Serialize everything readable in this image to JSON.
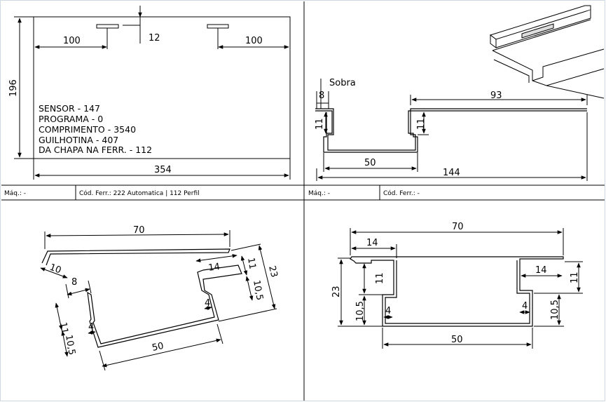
{
  "top_left": {
    "dims": {
      "width": "354",
      "height": "196",
      "left_gap": "100",
      "right_gap": "100",
      "sensor_offset": "12"
    },
    "info_lines": [
      "SENSOR - 147",
      "PROGRAMA - 0",
      "COMPRIMENTO - 3540",
      "GUILHOTINA - 407",
      "DA CHAPA NA FERR. - 112"
    ]
  },
  "top_right": {
    "sobra_label": "Sobra",
    "dims": {
      "sobra": "8",
      "top_flange": "93",
      "left_height": "11",
      "right_height": "11",
      "bottom": "50",
      "total": "144"
    }
  },
  "status_bar": {
    "left_maq": "Máq.: -",
    "left_cod": "Cód. Ferr.: 222 Automatica | 112 Perfil",
    "right_maq": "Máq.: -",
    "right_cod": "Cód. Ferr.: -"
  },
  "bottom_left": {
    "dims": {
      "top": "70",
      "lip": "10",
      "left_top": "8",
      "left_11": "11",
      "left_105": "10,5",
      "left_4": "4",
      "bottom": "50",
      "right_4": "4",
      "right_14": "14",
      "right_11": "11",
      "right_105": "10,5",
      "right_23": "23"
    }
  },
  "bottom_right": {
    "dims": {
      "top": "70",
      "left_14": "14",
      "height_23": "23",
      "left_11": "11",
      "left_105": "10,5",
      "left_4": "4",
      "right_4": "4",
      "right_14": "14",
      "right_11": "11",
      "right_105": "10,5",
      "bottom": "50"
    }
  },
  "colors": {
    "line": "#000000",
    "dim": "#000000",
    "profile_fill": "#ffffff"
  }
}
